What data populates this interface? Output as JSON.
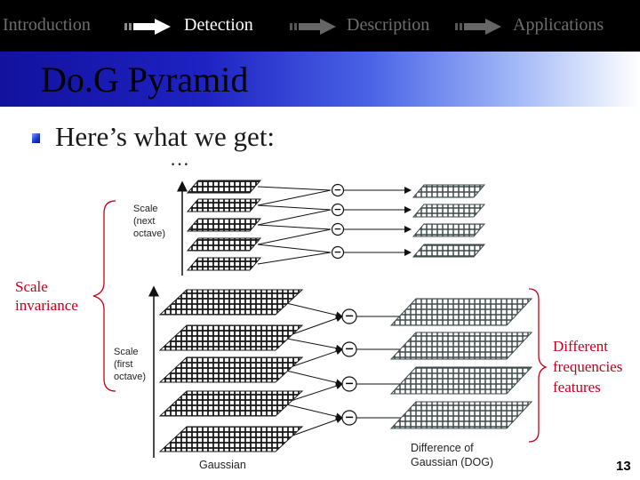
{
  "nav": {
    "items": [
      {
        "label": "Introduction",
        "active": false
      },
      {
        "label": "Detection",
        "active": true
      },
      {
        "label": "Description",
        "active": false
      },
      {
        "label": "Applications",
        "active": false
      }
    ],
    "inactive_color": "#6e6e6e",
    "active_color": "#ffffff"
  },
  "title": "Do.G Pyramid",
  "bullet": "Here’s what we get:",
  "ellipsis": "…",
  "figure": {
    "scale_next_octave": [
      "Scale",
      "(next",
      "octave)"
    ],
    "scale_first_octave": [
      "Scale",
      "(first",
      "octave)"
    ],
    "gaussian": "Gaussian",
    "dog": [
      "Difference of",
      "Gaussian (DOG)"
    ],
    "minus": "−"
  },
  "annotations": {
    "scale_invariance": "Scale invariance",
    "frequencies": "Different frequencies features",
    "color": "#c4001c"
  },
  "page_number": "13"
}
